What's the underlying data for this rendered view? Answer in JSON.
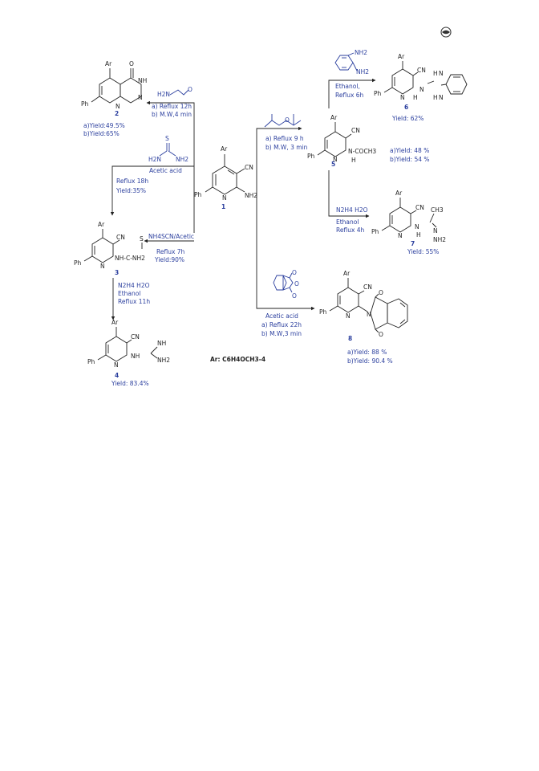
{
  "legend": "Ar: C6H4OCH3-4",
  "compounds": [
    {
      "id": "c1",
      "number": "1",
      "substituents": {
        "top": "Ar",
        "right": "CN",
        "amine": "NH2",
        "ring_n": "N",
        "left": "Ph"
      }
    },
    {
      "id": "c2",
      "number": "2",
      "substituents": {
        "top": "Ar",
        "oxo": "O",
        "nh": "NH",
        "ring_n1": "N",
        "ring_n2": "N",
        "left": "Ph"
      }
    },
    {
      "id": "c3",
      "number": "3",
      "substituents": {
        "top": "Ar",
        "right": "CN",
        "chain": "NH-C-NH2",
        "thio": "S",
        "ring_n": "N",
        "left": "Ph"
      }
    },
    {
      "id": "c4",
      "number": "4",
      "substituents": {
        "top": "Ar",
        "right": "CN",
        "imine": "NH",
        "nh2": "NH2",
        "nh": "NH",
        "ring_n": "N",
        "left": "Ph"
      }
    },
    {
      "id": "c5",
      "number": "5",
      "substituents": {
        "top": "Ar",
        "right": "CN",
        "amide": "N-COCH3",
        "h": "H",
        "ring_n": "N",
        "left": "Ph"
      }
    },
    {
      "id": "c6",
      "number": "6",
      "substituents": {
        "top": "Ar",
        "right": "CN",
        "nh": "H",
        "n": "N",
        "h1": "H",
        "n1": "N",
        "h2": "H",
        "n2": "N",
        "ring_n": "N",
        "left": "Ph"
      }
    },
    {
      "id": "c7",
      "number": "7",
      "substituents": {
        "top": "Ar",
        "right": "CN",
        "ch3": "CH3",
        "nh": "N",
        "h": "H",
        "n": "N",
        "nh2": "NH2",
        "ring_n": "N",
        "left": "Ph"
      }
    },
    {
      "id": "c8",
      "number": "8",
      "substituents": {
        "top": "Ar",
        "right": "CN",
        "o1": "O",
        "o2": "O",
        "imide_n": "N",
        "ring_n": "N",
        "left": "Ph"
      }
    }
  ],
  "reactions": [
    {
      "id": "r_1_2",
      "reagent_label": "H2N",
      "reagent_label2": "O",
      "conditions": [
        "a) Reflux 12h",
        "b) M.W,4  min"
      ],
      "yields": [
        "a)Yield:49.5%",
        "b)Yield:65%"
      ]
    },
    {
      "id": "r_1_3",
      "reagent_labels": [
        "S",
        "H2N",
        "NH2"
      ],
      "conditions": [
        "Acetic acid",
        "Reflux 18h",
        "Yield:35%"
      ]
    },
    {
      "id": "r_1_3b",
      "conditions": [
        "NH4SCN/Acetic",
        "Reflux 7h",
        "Yield:90%"
      ]
    },
    {
      "id": "r_3_4",
      "conditions": [
        "N2H4 H2O",
        "Ethanol",
        "Reflux 11h"
      ],
      "yield": "Yield: 83.4%"
    },
    {
      "id": "r_1_5",
      "reagent_label": "O",
      "conditions": [
        "a) Reflux 9 h",
        "b) M.W,  3 min"
      ],
      "yields": [
        "a)Yield: 48 %",
        "b)Yield: 54 %"
      ]
    },
    {
      "id": "r_5_6",
      "reagent_labels": [
        "NH2",
        "NH2"
      ],
      "conditions": [
        "Ethanol,",
        "Reflux 6h"
      ],
      "yield": "Yield: 62%"
    },
    {
      "id": "r_5_7",
      "conditions": [
        "N2H4 H2O",
        "Ethanol",
        "Reflux 4h"
      ],
      "yield": "Yield: 55%"
    },
    {
      "id": "r_1_8",
      "reagent_labels": [
        "O",
        "O",
        "O"
      ],
      "conditions": [
        "Acetic acid",
        "a) Reflux 22h",
        "b) M.W,3  min"
      ],
      "yields": [
        "a)Yield: 88 %",
        "b)Yield: 90.4 %"
      ]
    }
  ]
}
